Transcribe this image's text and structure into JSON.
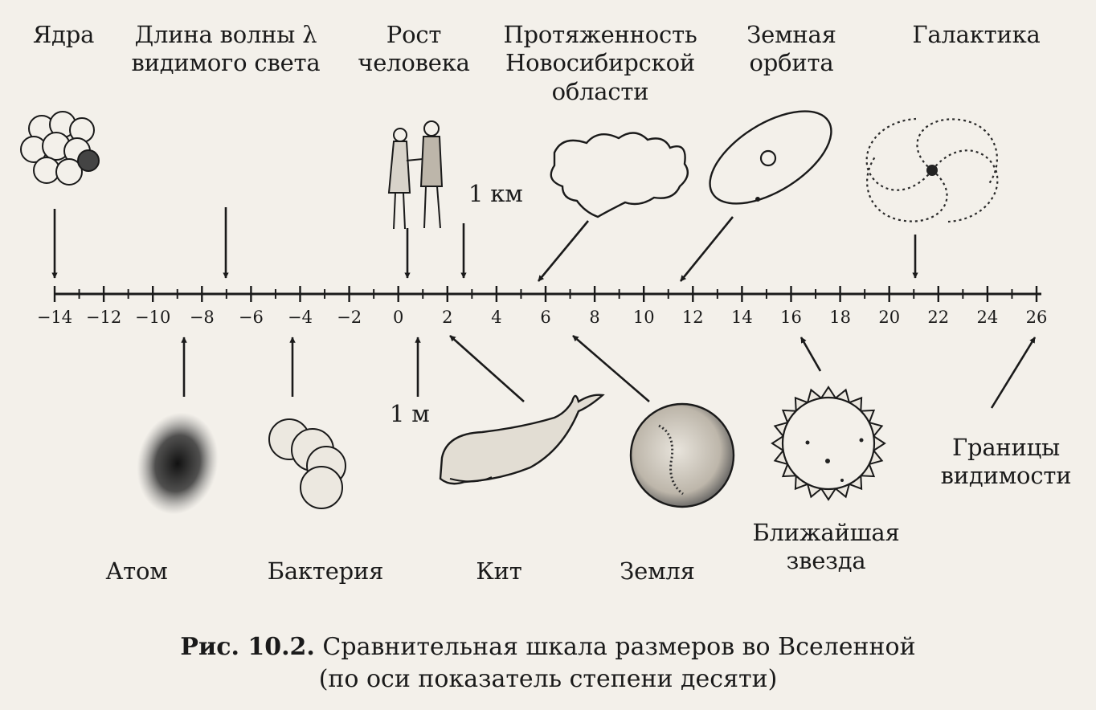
{
  "axis": {
    "min": -14,
    "max": 26,
    "tick_labels": [
      "−14",
      "−12",
      "−10",
      "−8",
      "−6",
      "−4",
      "−2",
      "0",
      "2",
      "4",
      "6",
      "8",
      "10",
      "12",
      "14",
      "16",
      "18",
      "20",
      "22",
      "24",
      "26"
    ]
  },
  "labels": {
    "yadra": "Ядра",
    "dlina_volny": "Длина волны λ\nвидимого света",
    "rost": "Рост\nчеловека",
    "protyazhennost": "Протяженность\nНовосибирской\nобласти",
    "zemnaya_orbita": "Земная\nорбита",
    "galaktika": "Галактика",
    "one_km": "1 км",
    "one_m": "1 м",
    "atom": "Атом",
    "bakteriya": "Бактерия",
    "kit": "Кит",
    "zemlya": "Земля",
    "blizhaishaya_zvezda": "Ближайшая\nзвезда",
    "granitsy": "Границы\nвидимости"
  },
  "caption": {
    "figure": "Рис. 10.2.",
    "text_line1": " Сравнительная шкала размеров во Вселенной",
    "text_line2": "(по оси показатель степени десяти)"
  }
}
